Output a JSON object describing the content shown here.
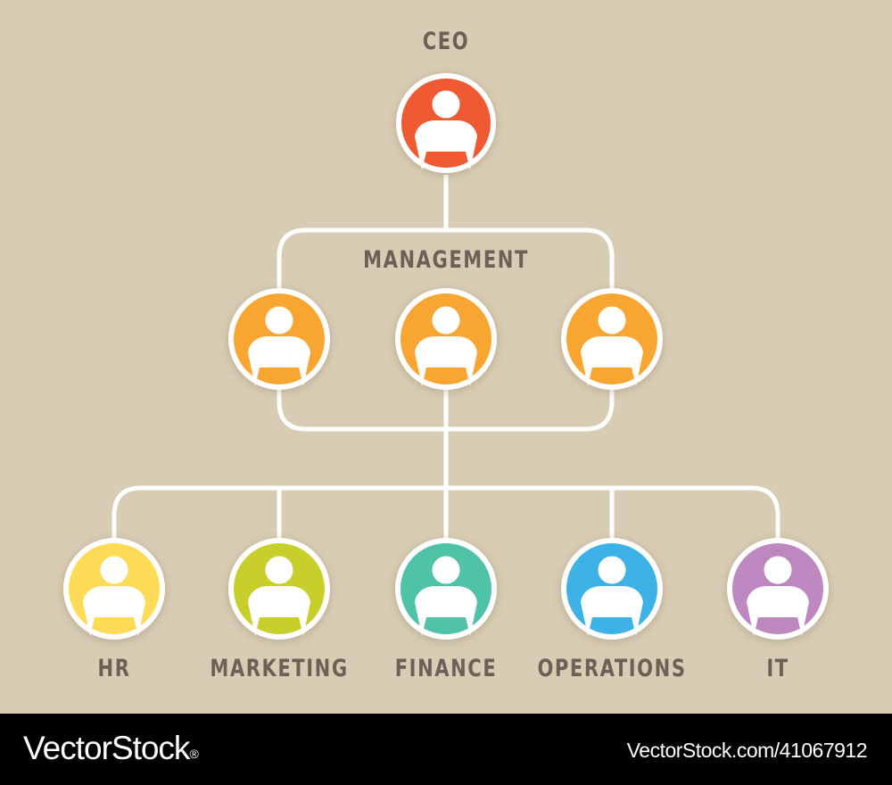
{
  "chart": {
    "ceo": {
      "title": "CEO",
      "color": "#f05a30"
    },
    "management": {
      "title": "MANAGEMENT",
      "color": "#f9a531"
    },
    "departments": [
      {
        "label": "HR",
        "color": "#fedb56"
      },
      {
        "label": "MARKETING",
        "color": "#c9cf2b"
      },
      {
        "label": "FINANCE",
        "color": "#4fc2a8"
      },
      {
        "label": "OPERATIONS",
        "color": "#3db2e6"
      },
      {
        "label": "IT",
        "color": "#bd88bf"
      }
    ]
  },
  "colors": {
    "background": "#d9ccb4",
    "connector": "#ffffff",
    "label": "#6b6157"
  },
  "footer": {
    "brand": "VectorStock",
    "registered_mark": "®",
    "image_id": "VectorStock.com/41067912"
  }
}
